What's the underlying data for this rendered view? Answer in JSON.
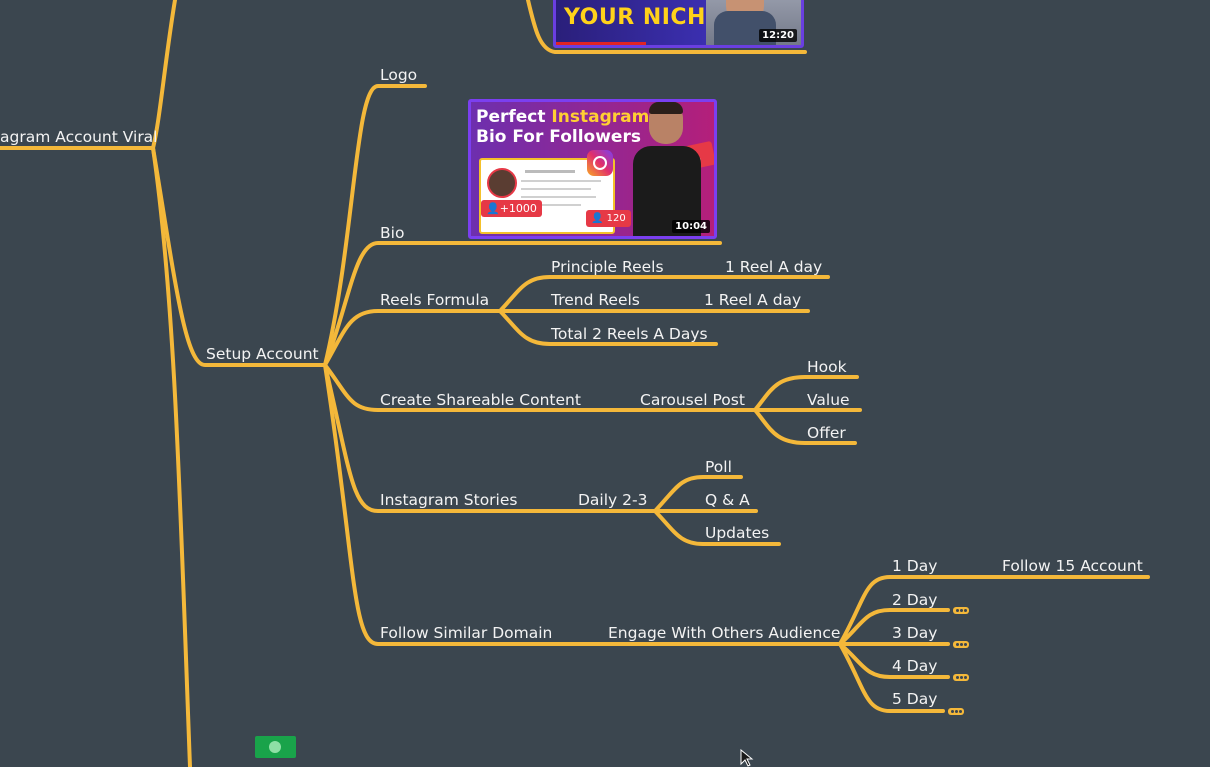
{
  "root": {
    "label": "agram Account Viral"
  },
  "setup": {
    "label": "Setup Account"
  },
  "branches": {
    "logo": "Logo",
    "bio": "Bio",
    "reels": "Reels Formula",
    "shareable": "Create Shareable Content",
    "stories": "Instagram Stories",
    "follow": "Follow Similar Domain"
  },
  "reels": {
    "principle": "Principle Reels",
    "principle_note": "1 Reel A day",
    "trend": "Trend Reels",
    "trend_note": "1 Reel A day",
    "total": "Total 2 Reels A Days"
  },
  "shareable": {
    "carousel": "Carousel Post",
    "hook": "Hook",
    "value": "Value",
    "offer": "Offer"
  },
  "stories": {
    "daily": "Daily 2-3",
    "poll": "Poll",
    "qa": "Q & A",
    "updates": "Updates"
  },
  "follow": {
    "engage": "Engage With Others Audience",
    "day1": "1 Day",
    "day1_note": "Follow 15 Account",
    "day2": "2 Day",
    "day3": "3 Day",
    "day4": "4 Day",
    "day5": "5 Day"
  },
  "thumb_top": {
    "text": "YOUR NICHE",
    "duration": "12:20"
  },
  "thumb_bio": {
    "line1a": "Perfect ",
    "line1b": "Instagram",
    "line2": "Bio For Followers",
    "badge_followers": "+1000",
    "badge_count": "120",
    "badge_side": "120",
    "duration": "10:04"
  },
  "colors": {
    "background": "#3b464f",
    "link": "#f4b83a",
    "text": "#f3f3f3",
    "thumb_border": "#7b3ff0"
  }
}
